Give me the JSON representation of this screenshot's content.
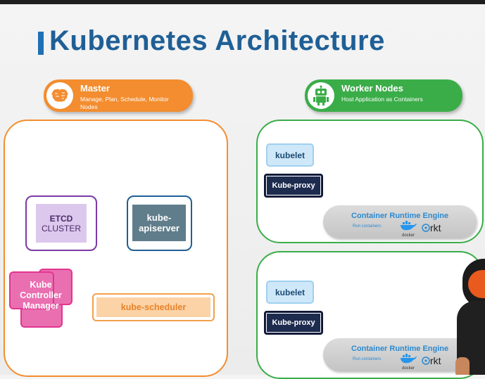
{
  "title": "Kubernetes Architecture",
  "master": {
    "title": "Master",
    "subtitle": "Manage, Plan, Schedule, Monitor Nodes",
    "etcd_line1": "ETCD",
    "etcd_line2": "CLUSTER",
    "apiserver_line1": "kube-",
    "apiserver_line2": "apiserver",
    "controller_line1": "Kube",
    "controller_line2": "Controller",
    "controller_line3": "Manager",
    "scheduler": "kube-scheduler"
  },
  "worker": {
    "title": "Worker Nodes",
    "subtitle": "Host Application as Containers",
    "nodes": [
      {
        "kubelet": "kubelet",
        "proxy": "Kube-proxy",
        "cre_title": "Container Runtime Engine",
        "cre_sub": "Run containers",
        "docker": "docker",
        "rkt": "rkt"
      },
      {
        "kubelet": "kubelet",
        "proxy": "Kube-proxy",
        "cre_title": "Container Runtime Engine",
        "cre_sub": "Run containers",
        "docker": "docker",
        "rkt": "rkt"
      }
    ]
  },
  "icons": [
    "brain-icon",
    "robot-icon",
    "docker-whale-icon",
    "rkt-icon"
  ],
  "colors": {
    "title": "#1f5f96",
    "master_orange": "#f38d2f",
    "worker_green": "#3aad48",
    "etcd_purple": "#7b3aa6",
    "apiserver_blue": "#1f5f96",
    "controller_pink": "#e0368f",
    "scheduler_orange": "#f3a04a",
    "kubelet_blue": "#bfe0f7",
    "proxy_navy": "#1d2b4f"
  }
}
